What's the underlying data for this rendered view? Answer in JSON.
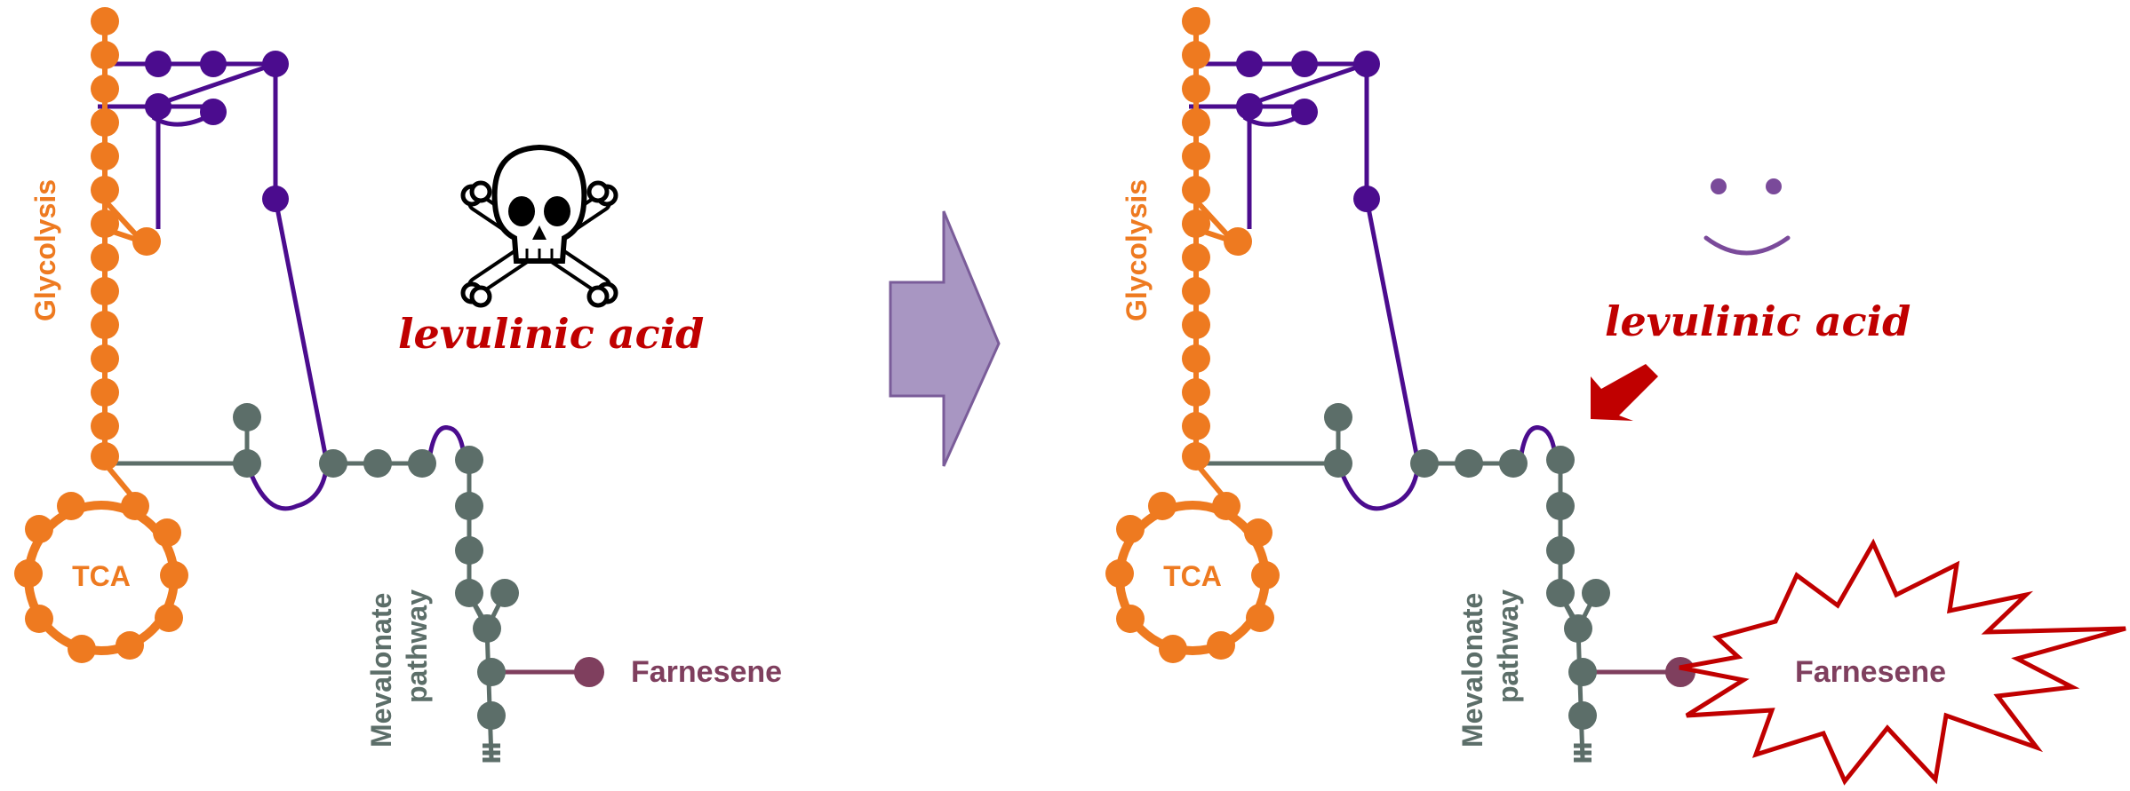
{
  "colors": {
    "glycolysis": "#EE7A20",
    "regulatory": "#4B0C8E",
    "mevalonate": "#5C6E69",
    "farnesene": "#7F3F5E",
    "acid": "#C00000",
    "arrow_fill": "#A896C2",
    "arrow_stroke": "#7A5C99",
    "smile": "#7A4A9A",
    "burst_stroke": "#C00000",
    "skull": "#000000"
  },
  "icons": {
    "toxic": "skull-and-crossbones-icon",
    "happy": "smiley-face-icon",
    "transition": "right-arrow-icon",
    "pointer": "red-pointer-arrow-icon",
    "product_burst": "explosion-burst-icon"
  },
  "left_panel": {
    "glycolysis_label": "Glycolysis",
    "tca_label": "TCA",
    "mevalonate_label_line1": "Mevalonate",
    "mevalonate_label_line2": "pathway",
    "farnesene_label": "Farnesene",
    "acid_label": "levulinic acid"
  },
  "right_panel": {
    "glycolysis_label": "Glycolysis",
    "tca_label": "TCA",
    "mevalonate_label_line1": "Mevalonate",
    "mevalonate_label_line2": "pathway",
    "farnesene_label": "Farnesene",
    "acid_label": "levulinic acid"
  }
}
